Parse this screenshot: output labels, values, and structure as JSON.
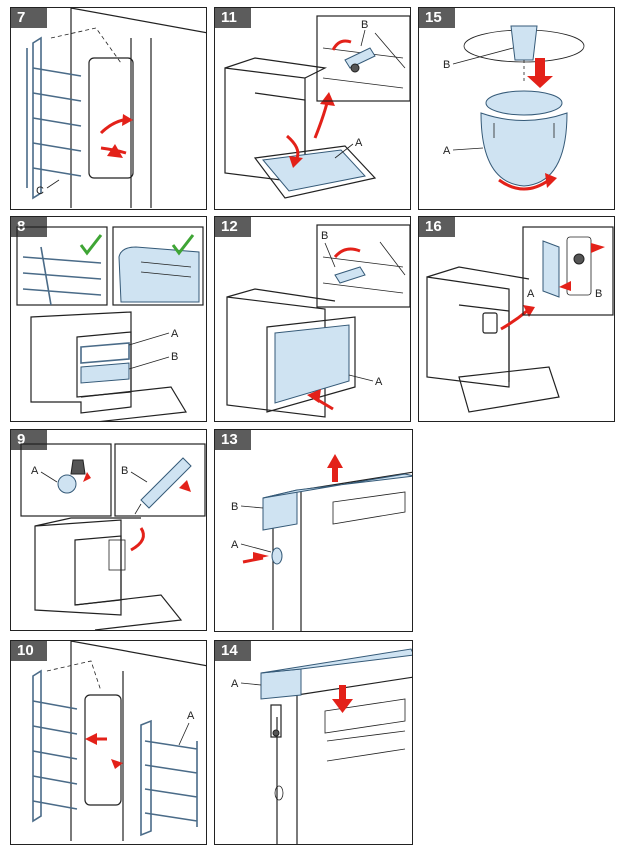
{
  "panels": [
    {
      "id": "p7",
      "step": "7",
      "labels": [
        "C"
      ]
    },
    {
      "id": "p11",
      "step": "11",
      "labels": [
        "B",
        "A"
      ]
    },
    {
      "id": "p15",
      "step": "15",
      "labels": [
        "B",
        "A"
      ]
    },
    {
      "id": "p8",
      "step": "8",
      "labels": [
        "A",
        "B"
      ]
    },
    {
      "id": "p12",
      "step": "12",
      "labels": [
        "B",
        "A"
      ]
    },
    {
      "id": "p16",
      "step": "16",
      "labels": [
        "A",
        "B"
      ]
    },
    {
      "id": "p9",
      "step": "9",
      "labels": [
        "A",
        "B"
      ]
    },
    {
      "id": "p13",
      "step": "13",
      "labels": [
        "B",
        "A"
      ]
    },
    {
      "id": "p10",
      "step": "10",
      "labels": [
        "A"
      ]
    },
    {
      "id": "p14",
      "step": "14",
      "labels": [
        "A"
      ]
    }
  ],
  "colors": {
    "arrow": "#e32119",
    "part_fill": "#cfe3f2",
    "step_badge": "#5c5c5c",
    "check": "#3fa535"
  }
}
